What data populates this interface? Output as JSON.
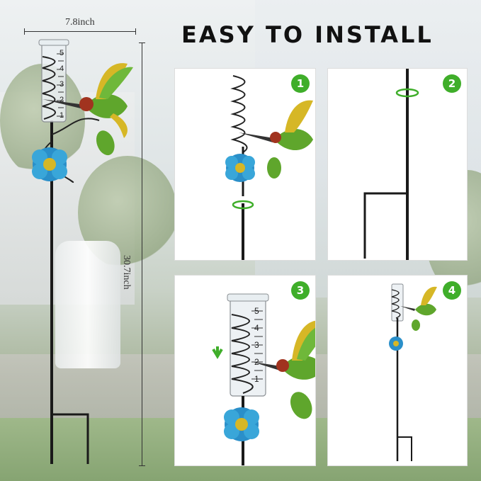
{
  "title": "EASY TO INSTALL",
  "dimensions": {
    "width": "7.8inch",
    "height": "30.7inch"
  },
  "steps": [
    {
      "number": "1"
    },
    {
      "number": "2"
    },
    {
      "number": "3"
    },
    {
      "number": "4"
    }
  ],
  "gauge_marks": [
    "5",
    "4",
    "3",
    "2",
    "1"
  ],
  "colors": {
    "badge": "#3fae2a",
    "stake": "#1a1a1a",
    "flower": "#2a8fc9",
    "bird_green": "#5fa62c",
    "bird_yellow": "#d6b726",
    "bird_red": "#a1331f"
  }
}
